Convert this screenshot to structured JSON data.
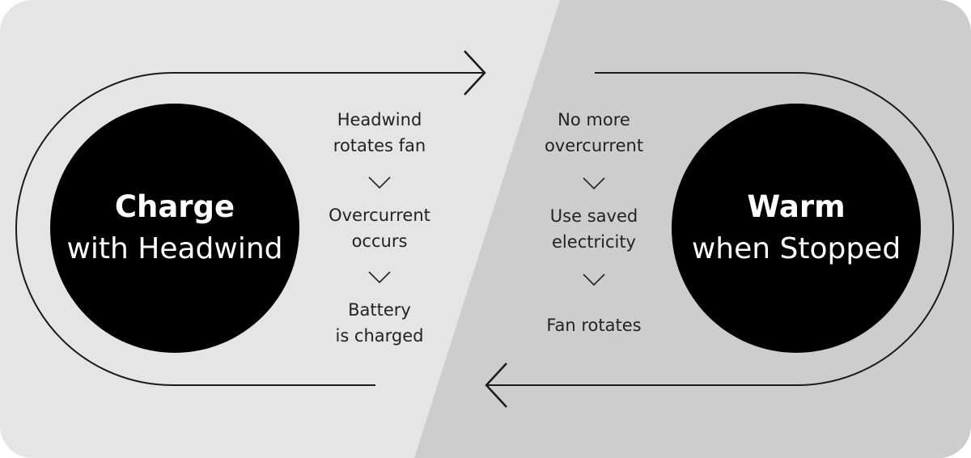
{
  "colors": {
    "left_panel": "#e5e5e6",
    "right_panel": "#cdcdce",
    "circle": "#000000",
    "line": "#1a1a1a",
    "text": "#222222",
    "circle_text": "#ffffff"
  },
  "left_cycle": {
    "title_bold": "Charge",
    "title_regular": "with Headwind",
    "steps": [
      "Headwind\nrotates fan",
      "Overcurrent\noccurs",
      "Battery\nis charged"
    ],
    "step_lines": [
      [
        "Headwind",
        "rotates fan"
      ],
      [
        "Overcurrent",
        "occurs"
      ],
      [
        "Battery",
        "is charged"
      ]
    ]
  },
  "right_cycle": {
    "title_bold": "Warm",
    "title_regular": "when Stopped",
    "step_lines": [
      [
        "No more",
        "overcurrent"
      ],
      [
        "Use saved",
        "electricity"
      ],
      [
        "Fan rotates"
      ]
    ]
  },
  "icons": {
    "step_separator": "chevron-down-icon",
    "top_arrow": "arrow-right-icon",
    "bottom_arrow": "arrow-left-icon"
  }
}
